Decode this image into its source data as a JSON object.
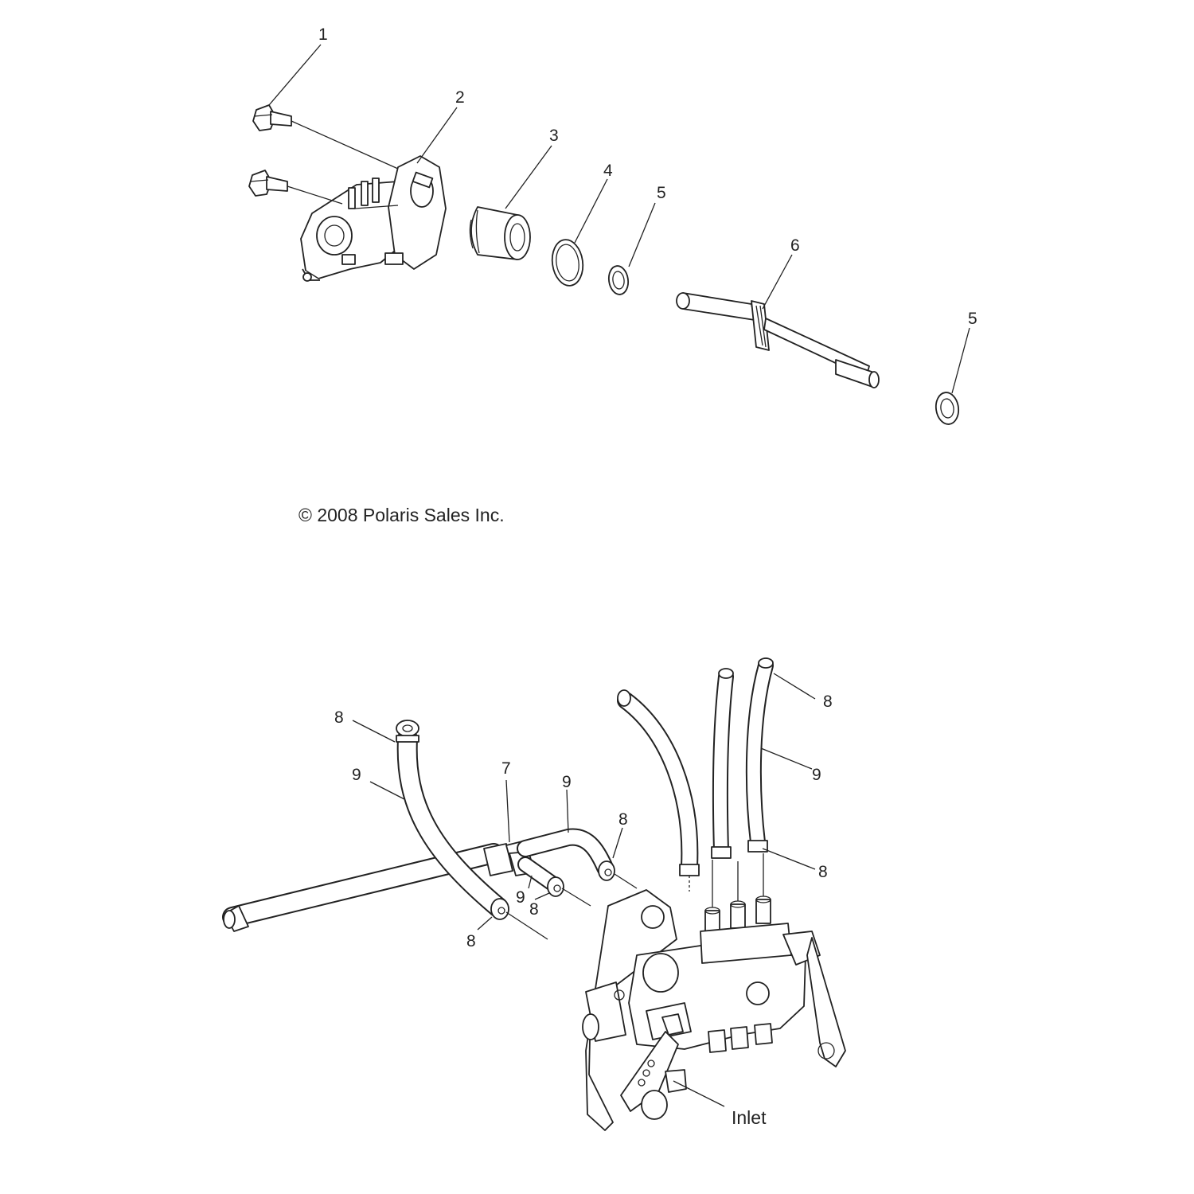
{
  "copyright": "© 2008 Polaris Sales Inc.",
  "callouts": {
    "c1": "1",
    "c2": "2",
    "c3": "3",
    "c4": "4",
    "c5a": "5",
    "c6": "6",
    "c5b": "5",
    "c8a": "8",
    "c9a": "9",
    "c7": "7",
    "c9b": "9",
    "c8b": "8",
    "c9c": "9",
    "c8c": "8",
    "c8d": "8",
    "c8e": "8",
    "c9d": "9",
    "c8f": "8"
  },
  "inlet_label": "Inlet"
}
